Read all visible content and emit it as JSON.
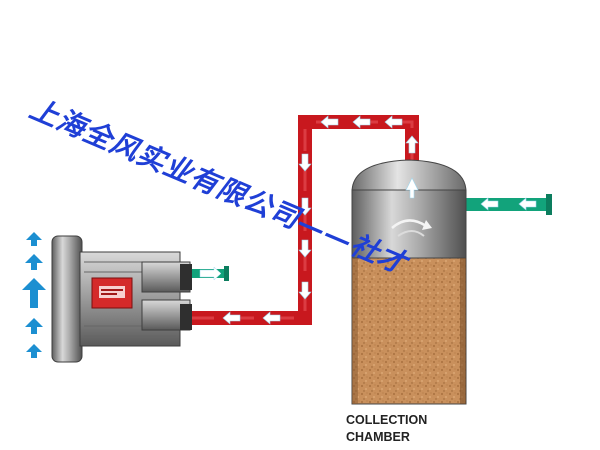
{
  "diagram": {
    "chamber_label_line1": "COLLECTION",
    "chamber_label_line2": "CHAMBER",
    "watermark_text": "上海全风实业有限公司——社才"
  },
  "colors": {
    "pipe_red": "#c8181e",
    "pipe_teal": "#12a37b",
    "chamber_fill": "#c9905c",
    "chamber_steel": "#8a8a8a",
    "flow_arrow": "#6fbfe0",
    "blower_arrow": "#1c8fd1",
    "watermark": "#1f3fd6"
  },
  "icons": {
    "airflow": "arrow-icon",
    "motor": "blower-icon",
    "panel": "nameplate-icon"
  }
}
